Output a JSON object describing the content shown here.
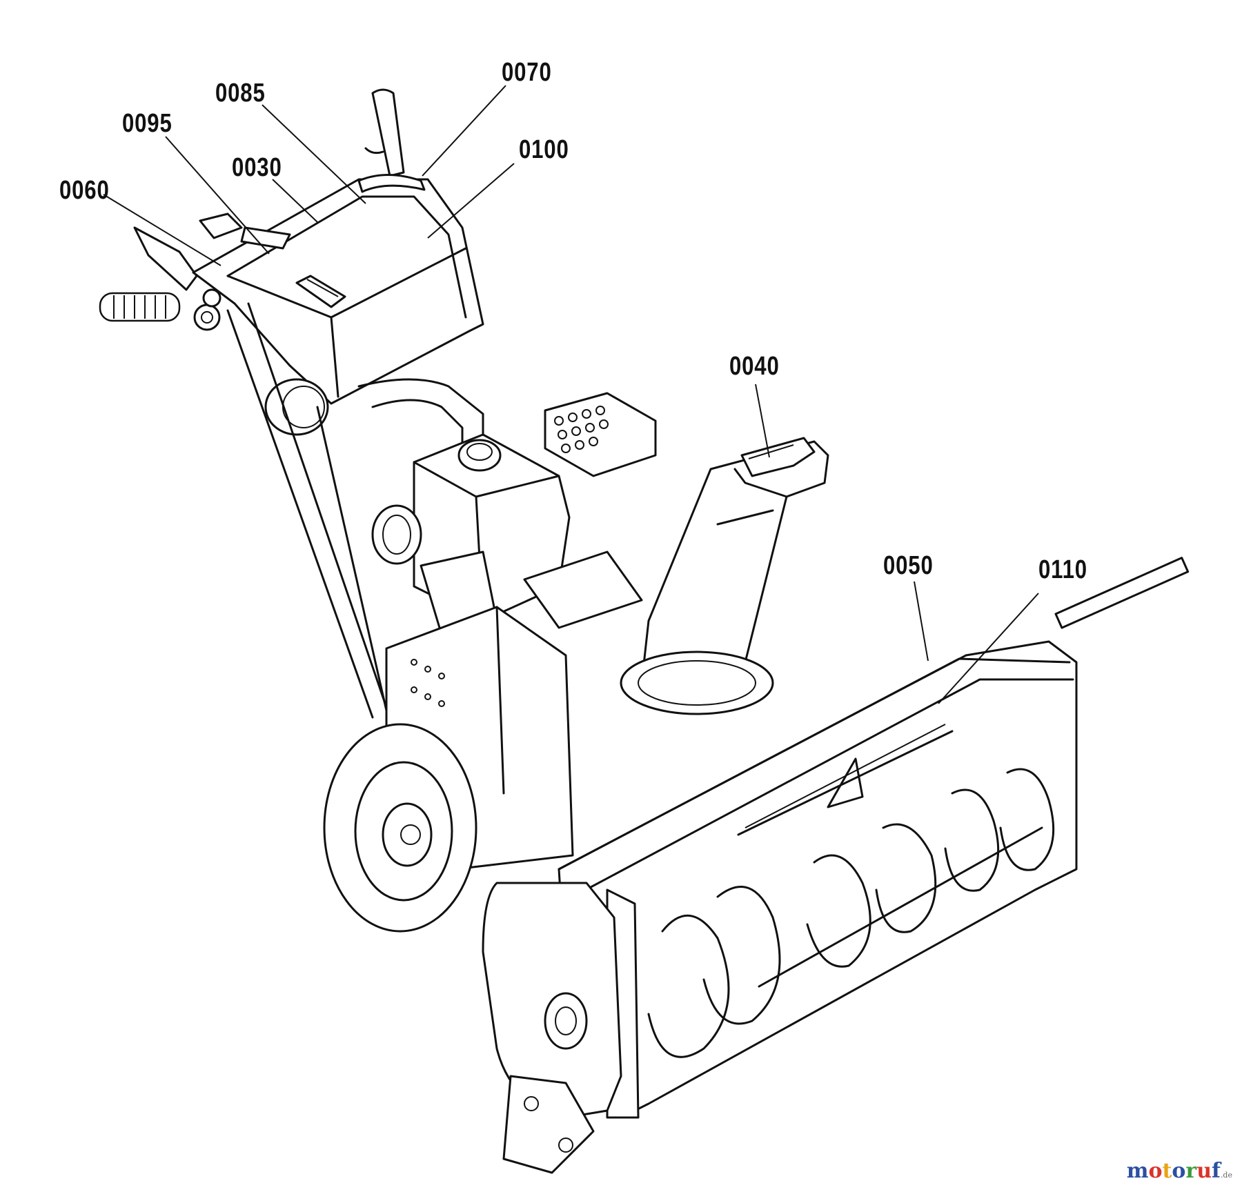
{
  "callouts": [
    {
      "id": "0070",
      "label": "0070"
    },
    {
      "id": "0085",
      "label": "0085"
    },
    {
      "id": "0095",
      "label": "0095"
    },
    {
      "id": "0030",
      "label": "0030"
    },
    {
      "id": "0100",
      "label": "0100"
    },
    {
      "id": "0060",
      "label": "0060"
    },
    {
      "id": "0040",
      "label": "0040"
    },
    {
      "id": "0050",
      "label": "0050"
    },
    {
      "id": "0110",
      "label": "0110"
    }
  ],
  "watermark": {
    "text_main": "motoruf",
    "text_suffix": ".de",
    "colors": [
      "#2b4fa3",
      "#d9342b",
      "#e8a317",
      "#2b4fa3",
      "#3a9b3a",
      "#d9342b",
      "#2b4fa3"
    ]
  }
}
